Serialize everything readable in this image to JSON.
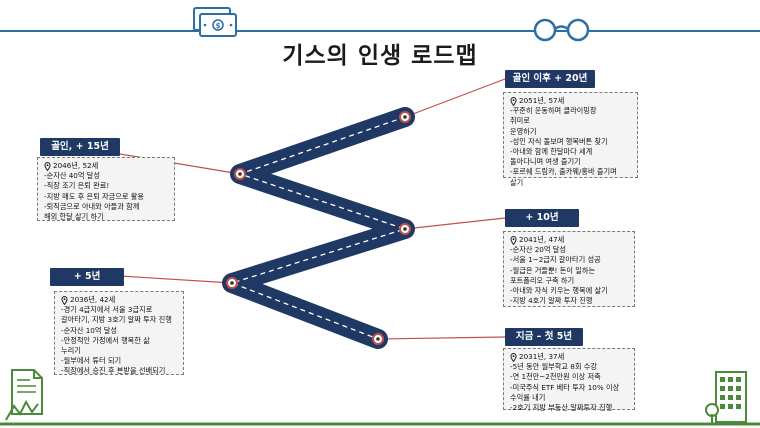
{
  "title": "기스의 인생 로드맵",
  "icons": [
    "money-icon",
    "glasses-icon",
    "document-chart-icon",
    "building-icon",
    "location-pin-icon"
  ],
  "colors": {
    "navy": "#1f3864",
    "line": "#2c6ea6",
    "road": "#1f3864",
    "connector": "#c0504d",
    "green": "#4a8a3a"
  },
  "milestones": {
    "retire20": {
      "badge": "골인 이후 + 20년",
      "year": "2051년, 57세",
      "items": [
        "-꾸준히 운동하며 클라이밍장",
        "취미로",
        " 운영하기",
        "-성인 자식 돌보며 행복버튼 찾기",
        "-아내와 함께 한달마다 세계",
        " 돌아다니며 여생 즐기기",
        "-포르쉐 드림카, 출카웨/홍바 즐기며",
        " 살기"
      ]
    },
    "goal15": {
      "badge": "골인, + 15년",
      "year": "2046년, 52세",
      "items": [
        "-순자산 40억 달성",
        "-직장 조기 은퇴 완료!",
        "-지방 매도 후 은퇴 자금으로 활용",
        "-퇴직금으로 아내와 아들과 함께",
        " 해외 한달 살기 하기"
      ]
    },
    "plus10": {
      "badge": "+ 10년",
      "year": "2041년, 47세",
      "items": [
        "-순자산 20억 달성",
        "-서울 1~2급지 갈아타기 성공",
        "-월급은 거들뿐! 돈이 일하는",
        " 포트폴리오 구축 하기",
        "-아내와 자식 키우는 행복에 살기",
        "-지방 4호기 알짜 투자 진행"
      ]
    },
    "plus5": {
      "badge": "+ 5년",
      "year": "2036년, 42세",
      "items": [
        "-경기 4급지에서 서울 3급지로",
        " 갈아타기, 지방 3호기 알짜 투자 진행",
        "-순자산 10억 달성",
        "-안정적인 가정에서 행복한 삶",
        " 누리기",
        "-월부에서 튜터 되기",
        "-직장에서 승진 후 본받을 선배되기"
      ]
    },
    "now": {
      "badge": "지금 – 첫 5년",
      "year": "2031년, 37세",
      "items": [
        "-5년 동안 월부학교 8회 수강",
        "-연 1천만~2천만원 이상 저축",
        "-미국주식 ETF 베타 투자 10% 이상",
        " 수익률 내기",
        "-2호기 지방 부동산 알짜투자 진행"
      ]
    }
  }
}
